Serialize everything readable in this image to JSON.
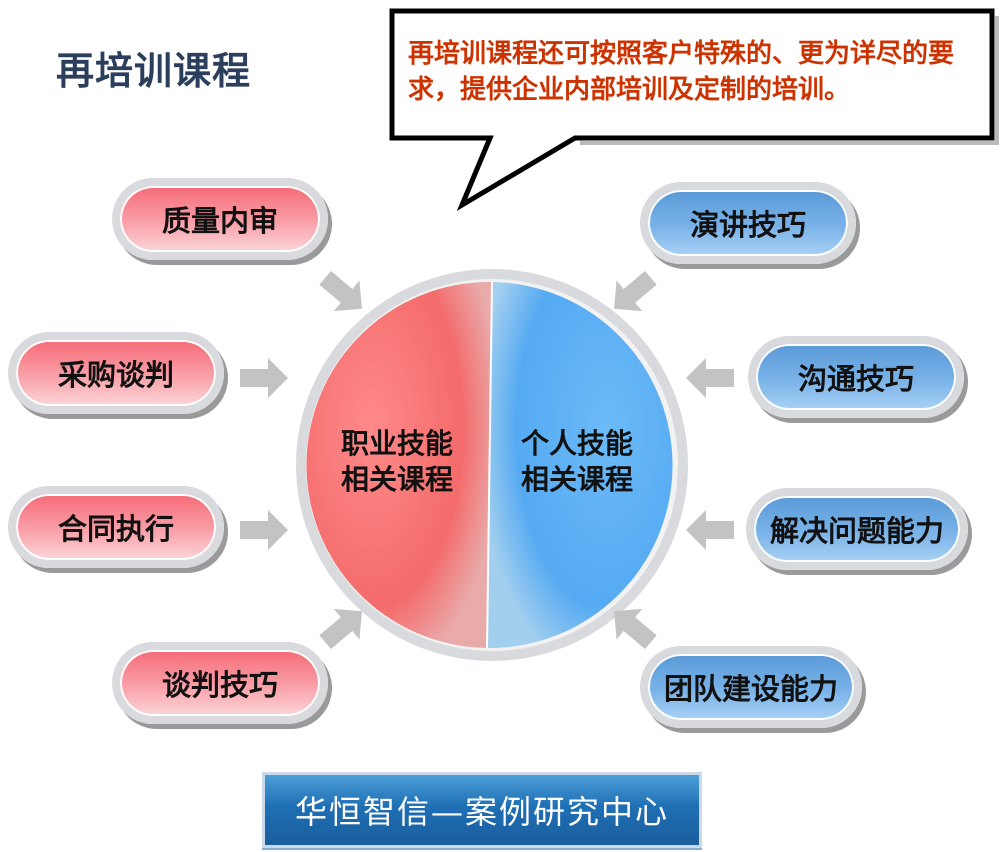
{
  "title": "再培训课程",
  "callout": "再培训课程还可按照客户特殊的、更为详尽的要求，提供企业内部培训及定制的培训。",
  "center": {
    "left_line1": "职业技能",
    "left_line2": "相关课程",
    "right_line1": "个人技能",
    "right_line2": "相关课程",
    "left_color": "#f77070",
    "right_color": "#5fb0f5"
  },
  "left_items": [
    "质量内审",
    "采购谈判",
    "合同执行",
    "谈判技巧"
  ],
  "right_items": [
    "演讲技巧",
    "沟通技巧",
    "解决问题能力",
    "团队建设能力"
  ],
  "footer": "华恒智信—案例研究中心"
}
